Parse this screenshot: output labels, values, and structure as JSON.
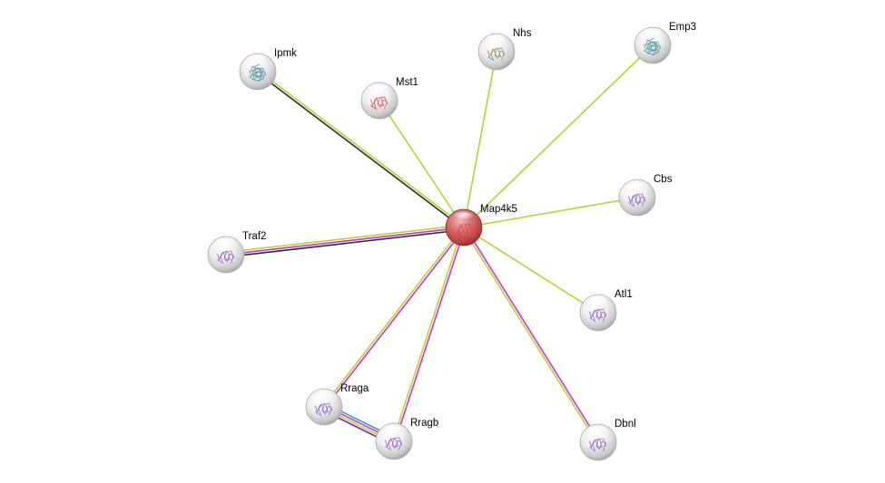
{
  "network": {
    "center": "Map4k5",
    "nodes": [
      {
        "id": "Map4k5",
        "label": "Map4k5",
        "query": true,
        "structure": "red"
      },
      {
        "id": "Ipmk",
        "label": "Ipmk",
        "structure": "multi"
      },
      {
        "id": "Mst1",
        "label": "Mst1",
        "structure": "red"
      },
      {
        "id": "Nhs",
        "label": "Nhs",
        "structure": "teal"
      },
      {
        "id": "Emp3",
        "label": "Emp3",
        "structure": "multi"
      },
      {
        "id": "Cbs",
        "label": "Cbs",
        "structure": "violet"
      },
      {
        "id": "Traf2",
        "label": "Traf2",
        "structure": "violet"
      },
      {
        "id": "Atl1",
        "label": "Atl1",
        "structure": "violet"
      },
      {
        "id": "Rraga",
        "label": "Rraga",
        "structure": "violet"
      },
      {
        "id": "Rragb",
        "label": "Rragb",
        "structure": "violet"
      },
      {
        "id": "Dbnl",
        "label": "Dbnl",
        "structure": "violet"
      }
    ],
    "edges": [
      {
        "from": "Map4k5",
        "to": "Ipmk",
        "colors": [
          "#2b2b2b",
          "#b5d334"
        ]
      },
      {
        "from": "Map4k5",
        "to": "Mst1",
        "colors": [
          "#b5d334"
        ]
      },
      {
        "from": "Map4k5",
        "to": "Nhs",
        "colors": [
          "#b5d334"
        ]
      },
      {
        "from": "Map4k5",
        "to": "Emp3",
        "colors": [
          "#b5d334"
        ]
      },
      {
        "from": "Map4k5",
        "to": "Cbs",
        "colors": [
          "#b5d334"
        ]
      },
      {
        "from": "Map4k5",
        "to": "Traf2",
        "colors": [
          "#2b2b2b",
          "#cc33cc",
          "#b5d334"
        ]
      },
      {
        "from": "Map4k5",
        "to": "Atl1",
        "colors": [
          "#b5d334"
        ]
      },
      {
        "from": "Map4k5",
        "to": "Rraga",
        "colors": [
          "#cc33cc",
          "#b5d334"
        ]
      },
      {
        "from": "Map4k5",
        "to": "Rragb",
        "colors": [
          "#cc33cc",
          "#b5d334"
        ]
      },
      {
        "from": "Map4k5",
        "to": "Dbnl",
        "colors": [
          "#cc33cc",
          "#b5d334"
        ]
      },
      {
        "from": "Rraga",
        "to": "Rragb",
        "colors": [
          "#2a9bd6",
          "#cc33cc",
          "#b5d334",
          "#7a2ab3"
        ]
      }
    ]
  }
}
